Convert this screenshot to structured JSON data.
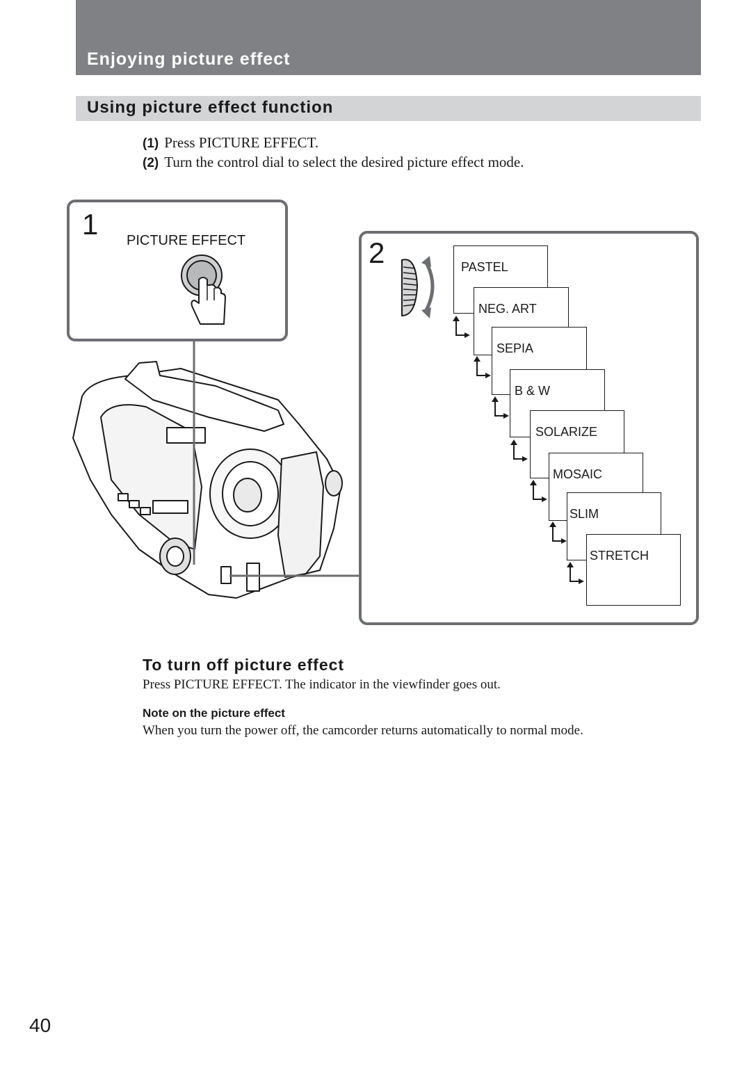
{
  "header": {
    "title": "Enjoying picture effect"
  },
  "section": {
    "title": "Using picture effect function"
  },
  "steps": [
    {
      "num": "(1)",
      "text": "Press PICTURE EFFECT."
    },
    {
      "num": "(2)",
      "text": "Turn the control dial to select the desired picture effect mode."
    }
  ],
  "illustration": {
    "panel1": {
      "number": "1",
      "button_label": "PICTURE EFFECT"
    },
    "panel2": {
      "number": "2",
      "modes": [
        "PASTEL",
        "NEG. ART",
        "SEPIA",
        "B & W",
        "SOLARIZE",
        "MOSAIC",
        "SLIM",
        "STRETCH"
      ]
    }
  },
  "turn_off": {
    "heading": "To turn off picture effect",
    "text": "Press PICTURE EFFECT.  The indicator in the viewfinder goes out."
  },
  "note": {
    "heading": "Note on the picture effect",
    "text": "When you turn the power off, the camcorder returns automatically to normal mode."
  },
  "page_number": "40"
}
